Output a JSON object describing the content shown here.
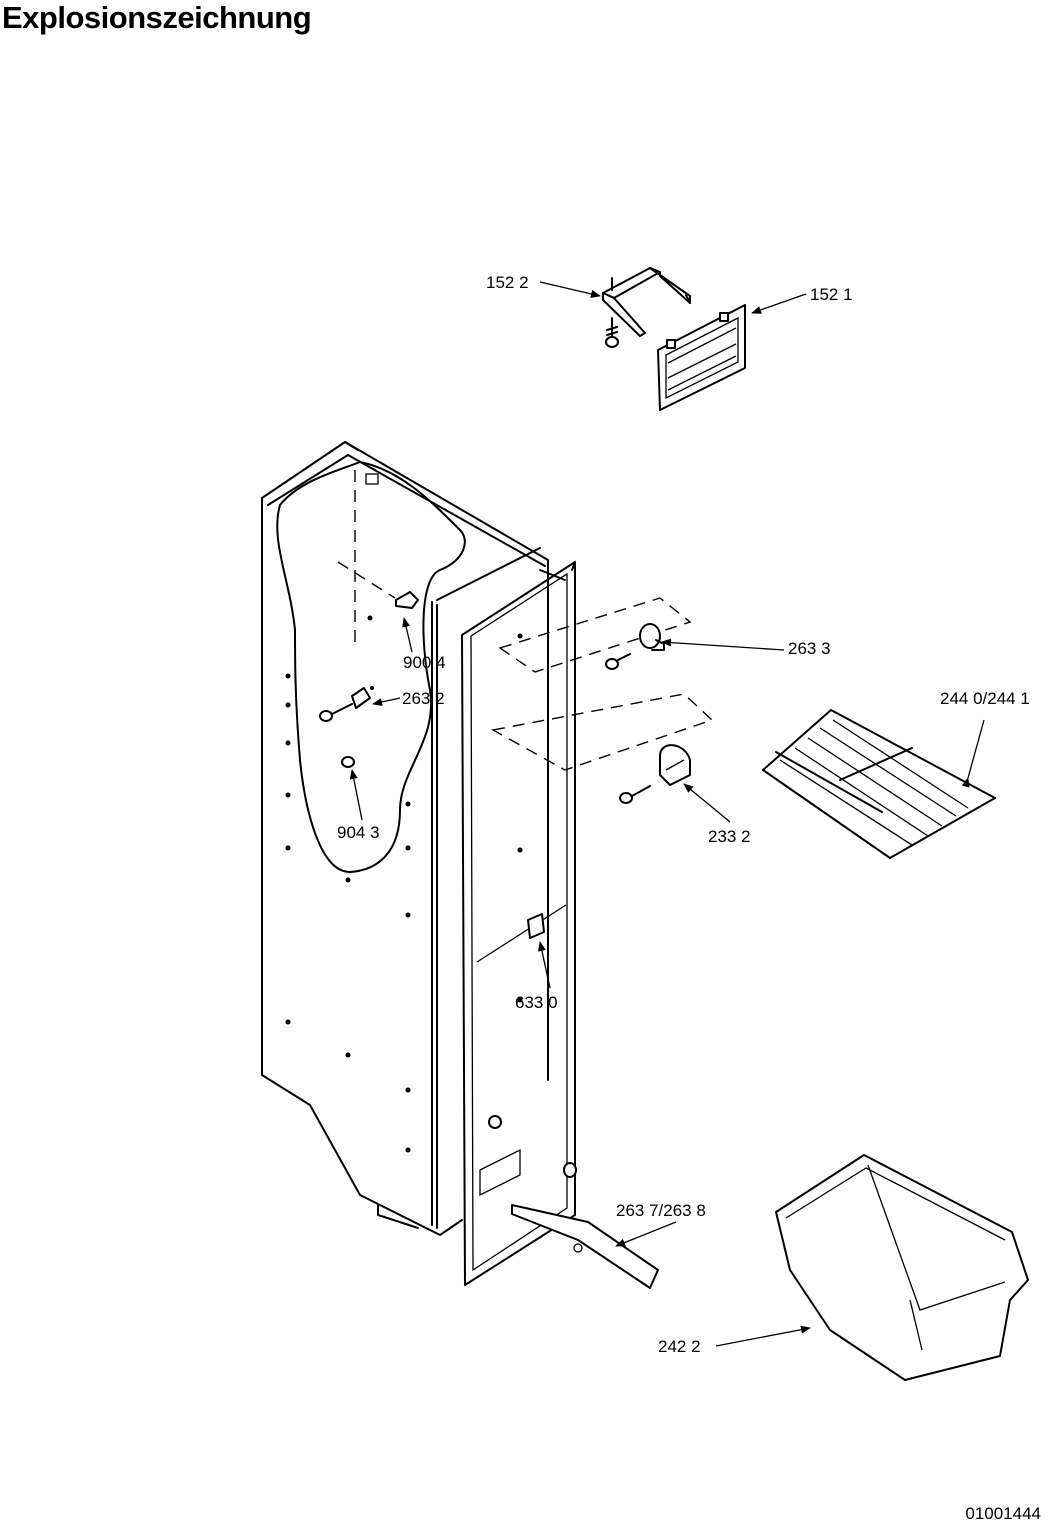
{
  "title": "Explosionszeichnung",
  "document_number": "01001444",
  "callouts": {
    "c1522": "152 2",
    "c1521": "152 1",
    "c2633": "263 3",
    "c9004": "900 4",
    "c2632": "263 2",
    "c2440": "244 0/244 1",
    "c9043": "904 3",
    "c2332": "233 2",
    "c6330": "633 0",
    "c2637": "263 7/263 8",
    "c2422": "242 2"
  }
}
